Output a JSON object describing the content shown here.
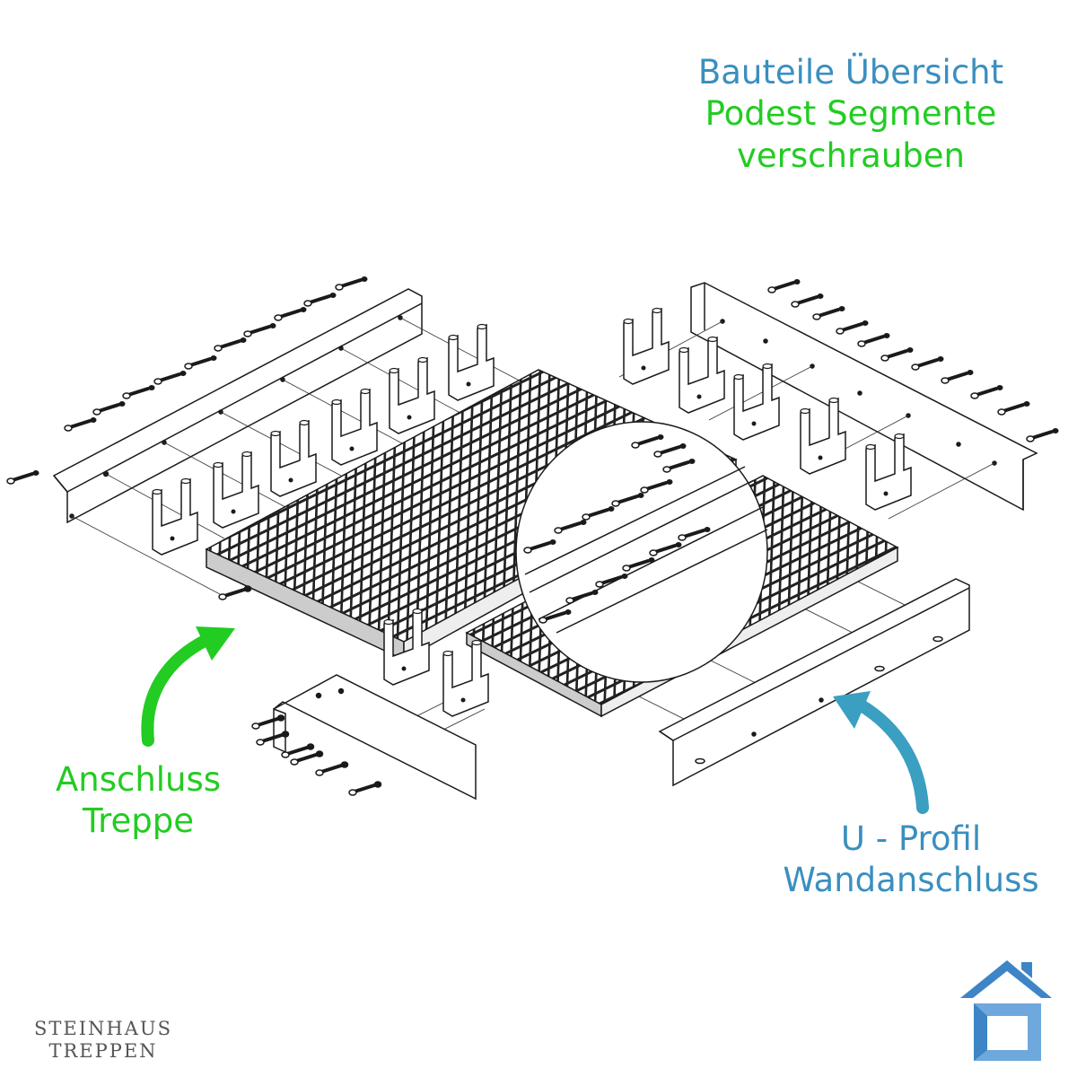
{
  "title": {
    "line1": "Bauteile Übersicht",
    "line2": "Podest Segmente",
    "line3": "verschrauben"
  },
  "labels": {
    "anschluss_line1": "Anschluss",
    "anschluss_line2": "Treppe",
    "uprofil_line1": "U - Profil",
    "uprofil_line2": "Wandanschluss"
  },
  "brand": {
    "line1": "STEINHAUS",
    "line2": "TREPPEN"
  },
  "colors": {
    "title_blue": "#3a8fbf",
    "title_green": "#22cc22",
    "label_green": "#22cc22",
    "label_blue": "#3a8fbf",
    "brand_grey": "#555555",
    "line": "#1a1a1a",
    "logo_blue": "#3d85c6"
  },
  "icons": {
    "logo": "house-logo-icon",
    "arrows": [
      "green-curved-arrow-icon",
      "blue-curved-arrow-icon"
    ]
  }
}
